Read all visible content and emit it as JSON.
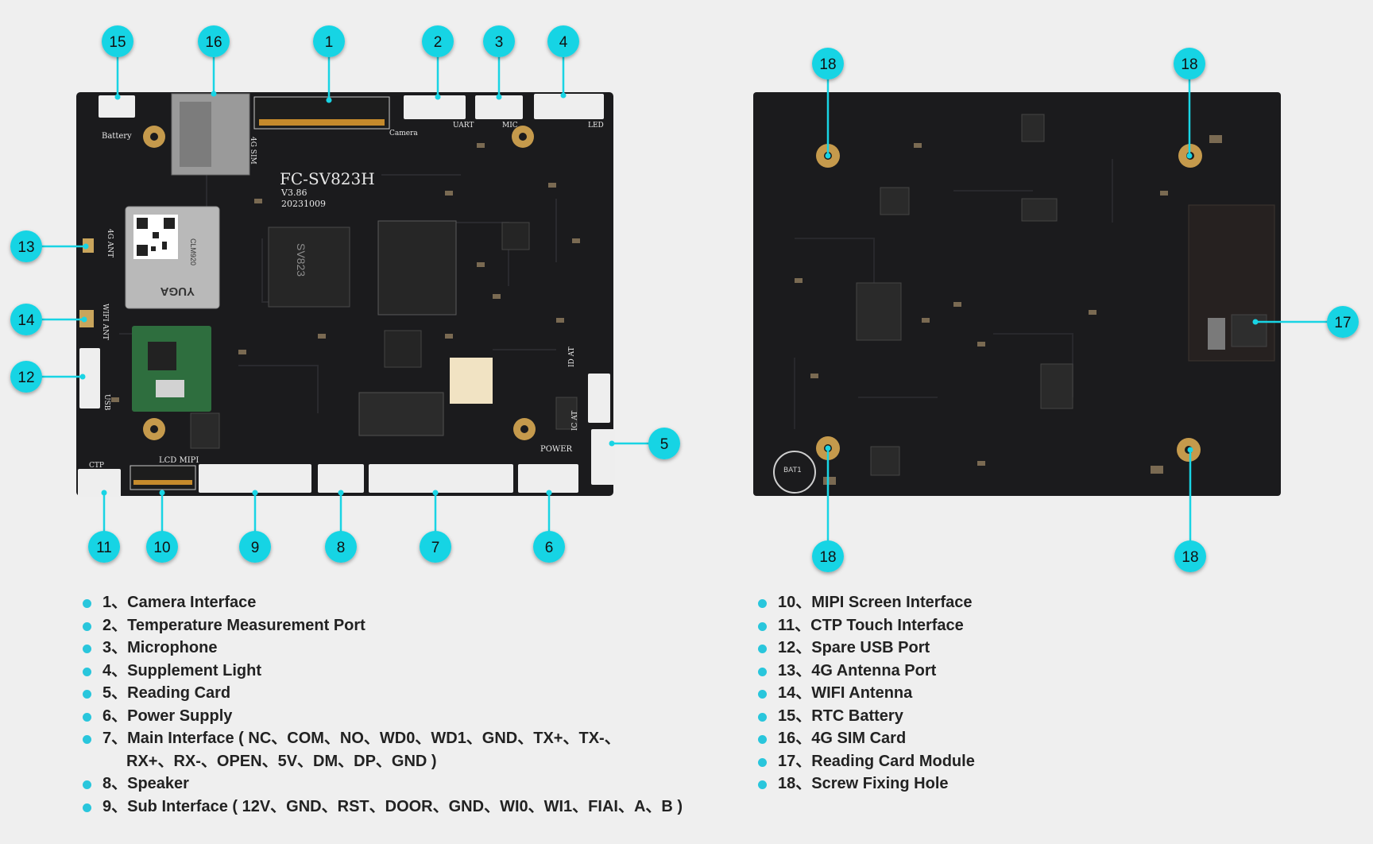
{
  "colors": {
    "accent": "#19d4e4",
    "board": "#1b1b1d",
    "background": "#efefef",
    "legend_dot": "#29c6dc"
  },
  "front_board": {
    "model": "FC-SV823H",
    "version": "V3.86",
    "date": "20231009",
    "chip": "SV823",
    "silk": [
      "Battery",
      "4G SIM",
      "4G ANT",
      "WIFI ANT",
      "USB",
      "Camera",
      "UART",
      "MIC",
      "LED",
      "LCD MIPI",
      "CTP",
      "POWER",
      "ID AT",
      "IC AT",
      "YUGA",
      "CLM920"
    ]
  },
  "back_board": {
    "silk": [
      "BAT1"
    ]
  },
  "markers": [
    {
      "label": "15"
    },
    {
      "label": "16"
    },
    {
      "label": "1"
    },
    {
      "label": "2"
    },
    {
      "label": "3"
    },
    {
      "label": "4"
    },
    {
      "label": "13"
    },
    {
      "label": "14"
    },
    {
      "label": "12"
    },
    {
      "label": "5"
    },
    {
      "label": "11"
    },
    {
      "label": "10"
    },
    {
      "label": "9"
    },
    {
      "label": "8"
    },
    {
      "label": "7"
    },
    {
      "label": "6"
    },
    {
      "label": "18"
    },
    {
      "label": "18"
    },
    {
      "label": "17"
    },
    {
      "label": "18"
    },
    {
      "label": "18"
    }
  ],
  "legend_left": [
    {
      "text": "1、Camera Interface"
    },
    {
      "text": "2、Temperature Measurement Port"
    },
    {
      "text": "3、Microphone"
    },
    {
      "text": "4、Supplement Light"
    },
    {
      "text": "5、Reading Card"
    },
    {
      "text": "6、Power Supply"
    },
    {
      "text": "7、Main Interface ( NC、COM、NO、WD0、WD1、GND、TX+、TX-、",
      "continuation": "RX+、RX-、OPEN、5V、DM、DP、GND )"
    },
    {
      "text": "8、Speaker"
    },
    {
      "text": "9、Sub Interface ( 12V、GND、RST、DOOR、GND、WI0、WI1、FIAI、A、B )"
    }
  ],
  "legend_right": [
    {
      "text": "10、MIPI Screen Interface"
    },
    {
      "text": "11、CTP Touch Interface"
    },
    {
      "text": "12、Spare USB Port"
    },
    {
      "text": "13、4G Antenna Port"
    },
    {
      "text": "14、WIFI Antenna"
    },
    {
      "text": "15、RTC Battery"
    },
    {
      "text": "16、4G SIM Card"
    },
    {
      "text": "17、Reading Card Module"
    },
    {
      "text": "18、Screw Fixing Hole"
    }
  ]
}
